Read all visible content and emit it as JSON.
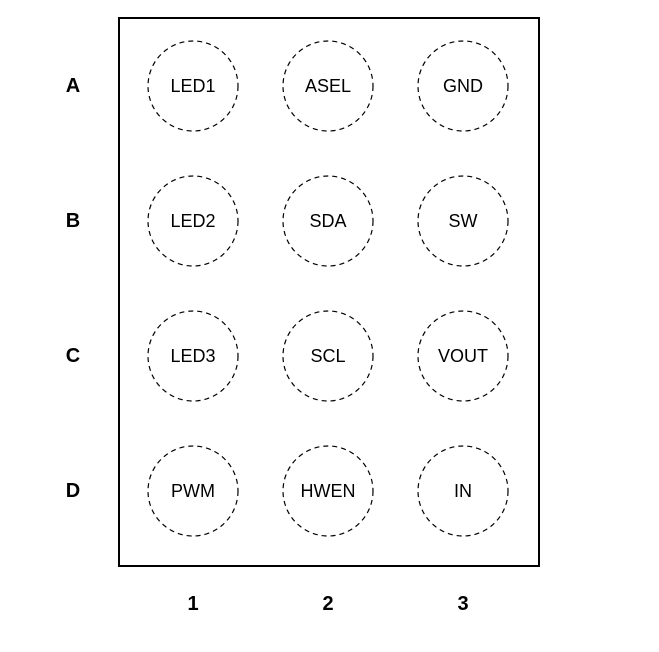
{
  "rows": [
    "A",
    "B",
    "C",
    "D"
  ],
  "columns": [
    "1",
    "2",
    "3"
  ],
  "pins": [
    [
      "LED1",
      "ASEL",
      "GND"
    ],
    [
      "LED2",
      "SDA",
      "SW"
    ],
    [
      "LED3",
      "SCL",
      "VOUT"
    ],
    [
      "PWM",
      "HWEN",
      "IN"
    ]
  ],
  "colors": {
    "line": "#000000",
    "background": "#ffffff"
  }
}
